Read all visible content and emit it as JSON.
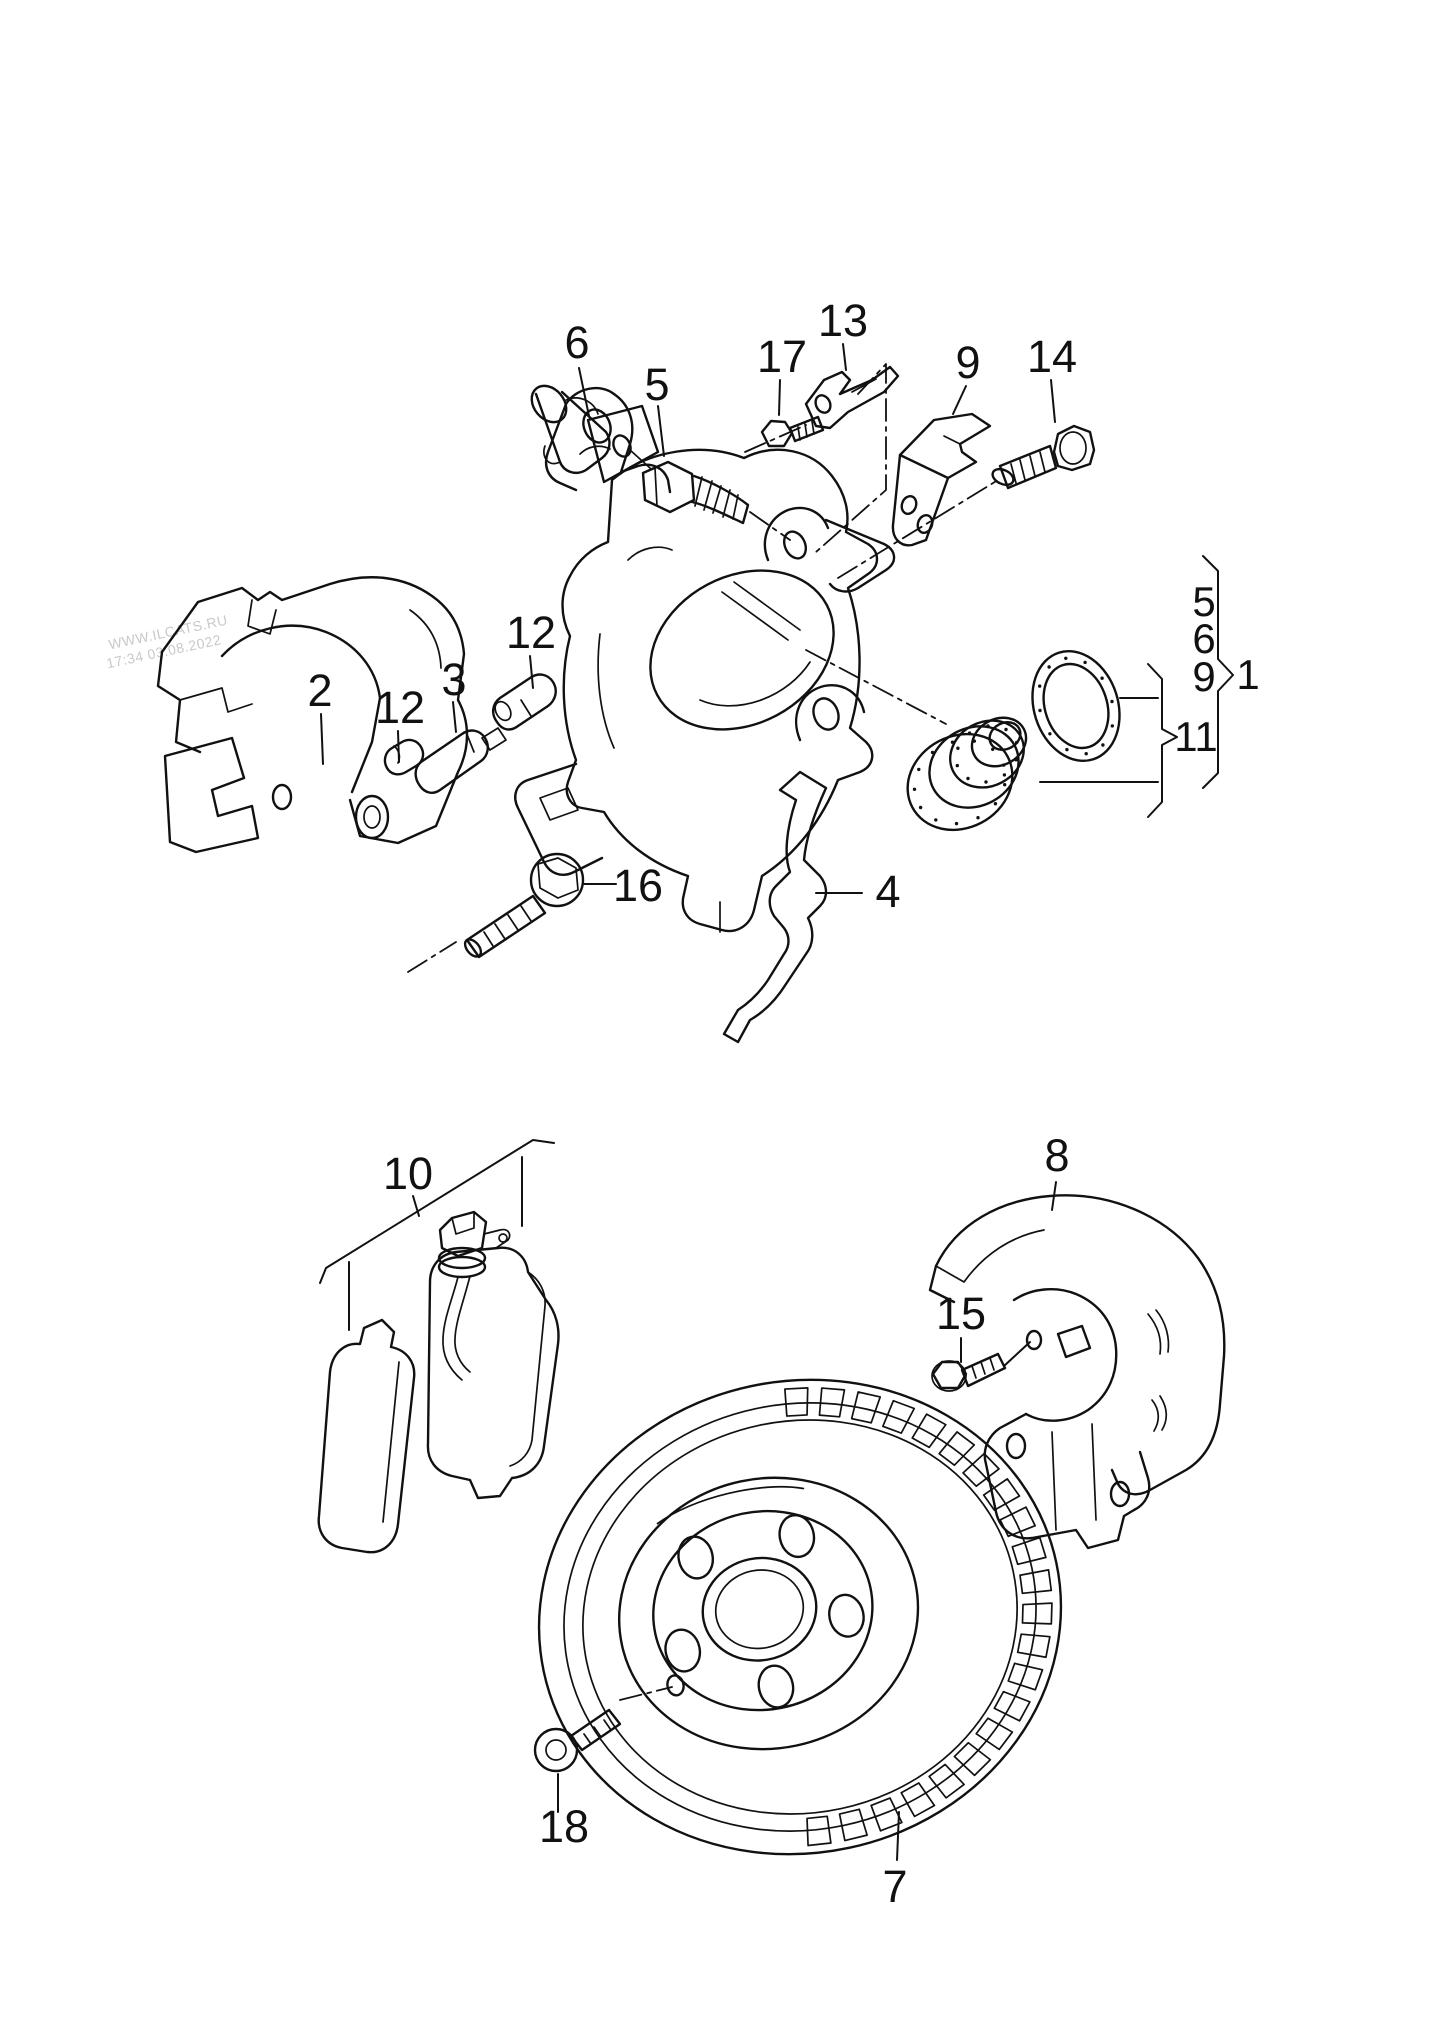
{
  "watermark": {
    "site": "WWW.ILCATS.RU",
    "timestamp": "17:34 03.08.2022"
  },
  "colors": {
    "line": "#111111",
    "background": "#ffffff",
    "watermark": "#c9c9c9"
  },
  "callouts": {
    "sensor": "6",
    "sensor_bolt": "5",
    "bracket_bolt": "17",
    "retainer": "13",
    "bracket": "9",
    "housing_bolt": "14",
    "cap_upper": "12",
    "carrier": "2",
    "guide_pin": "3",
    "cap_lower": "12",
    "carrier_bolt": "16",
    "spring": "4",
    "group_5": "5",
    "group_6": "6",
    "group_9": "9",
    "group_1": "1",
    "group_11": "11",
    "pads": "10",
    "cover": "8",
    "cover_bolt": "15",
    "disc_screw": "18",
    "disc": "7"
  }
}
